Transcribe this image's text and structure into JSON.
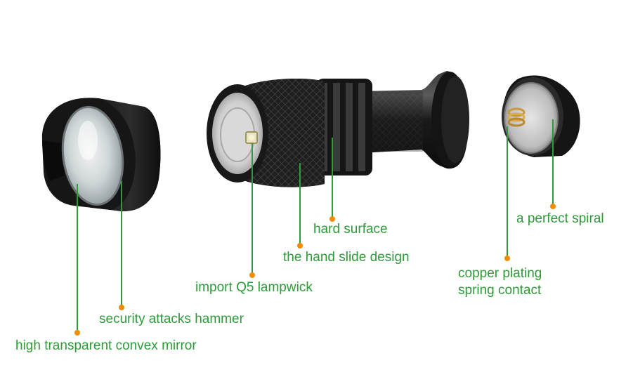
{
  "colors": {
    "label_text": "#2e9a3a",
    "leader_line": "#2e9a3a",
    "leader_dot": "#f08c00",
    "background": "#ffffff",
    "metal_dark": "#141414",
    "metal_mid": "#2b2b2b",
    "aluminium": "#c9c9c9",
    "copper": "#c99a3c"
  },
  "callouts": [
    {
      "id": "convex-mirror",
      "text": "high transparent convex mirror"
    },
    {
      "id": "attacks-hammer",
      "text": "security attacks hammer"
    },
    {
      "id": "q5-lampwick",
      "text": "import Q5 lampwick"
    },
    {
      "id": "hand-slide",
      "text": "the hand slide design"
    },
    {
      "id": "hard-surface",
      "text": "hard surface"
    },
    {
      "id": "perfect-spiral",
      "text": "a perfect spiral"
    },
    {
      "id": "copper-spring",
      "text": "copper plating\nspring contact"
    }
  ]
}
